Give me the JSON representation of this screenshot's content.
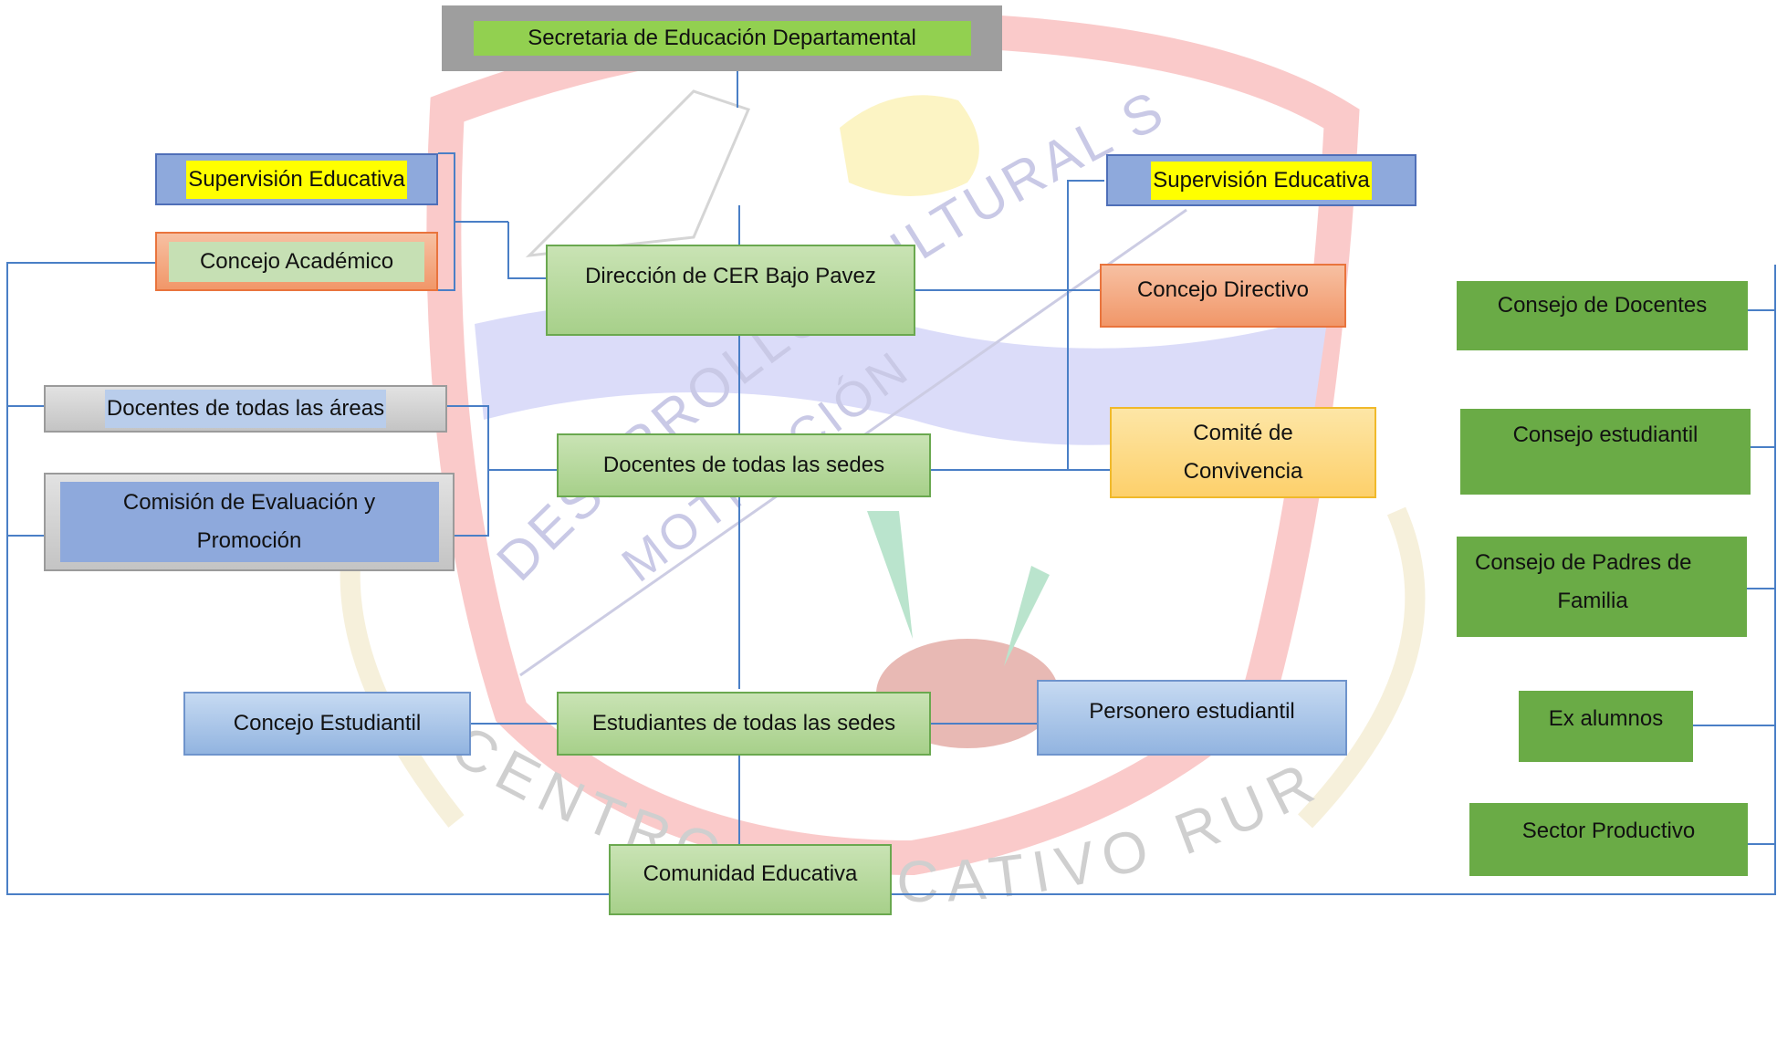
{
  "watermark": {
    "arc_top": "DESARROLLO CULTURAL SABIDURÍA",
    "arc_top2": "MOTIVACIÓN",
    "arc_bottom": "CENTRO EDUCATIVO RURAL BAJO PAVEZ"
  },
  "nodes": {
    "secretaria": "Secretaria de Educación Departamental",
    "supervision_left": "Supervisión Educativa",
    "concejo_academico": "Concejo Académico",
    "direccion": "Dirección de CER Bajo Pavez",
    "supervision_right": "Supervisión Educativa",
    "concejo_directivo": "Concejo Directivo",
    "docentes_areas": "Docentes de todas las áreas",
    "comision_line1": "Comisión de Evaluación y",
    "comision_line2": "Promoción",
    "docentes_sedes": "Docentes de todas las sedes",
    "comite_line1": "Comité de",
    "comite_line2": "Convivencia",
    "concejo_estudiantil": "Concejo Estudiantil",
    "estudiantes_sedes": "Estudiantes de todas las sedes",
    "personero": "Personero estudiantil",
    "comunidad": "Comunidad Educativa",
    "consejo_docentes": "Consejo de Docentes",
    "consejo_estudiantil": "Consejo estudiantil",
    "padres_line1": "Consejo de Padres de",
    "padres_line2": "Familia",
    "ex_alumnos": "Ex alumnos",
    "sector_productivo": "Sector Productivo"
  },
  "colors": {
    "connector": "#4a7fc6",
    "green": "#a7d08a",
    "dark_green": "#6aab46",
    "blue": "#92b4e0",
    "orange": "#f19769",
    "yellow": "#fdd06b",
    "gray": "#c4c4c4",
    "highlight_yellow": "#ffff00",
    "watermark_red": "#f26b6b",
    "watermark_blue": "#9a9cf0"
  }
}
